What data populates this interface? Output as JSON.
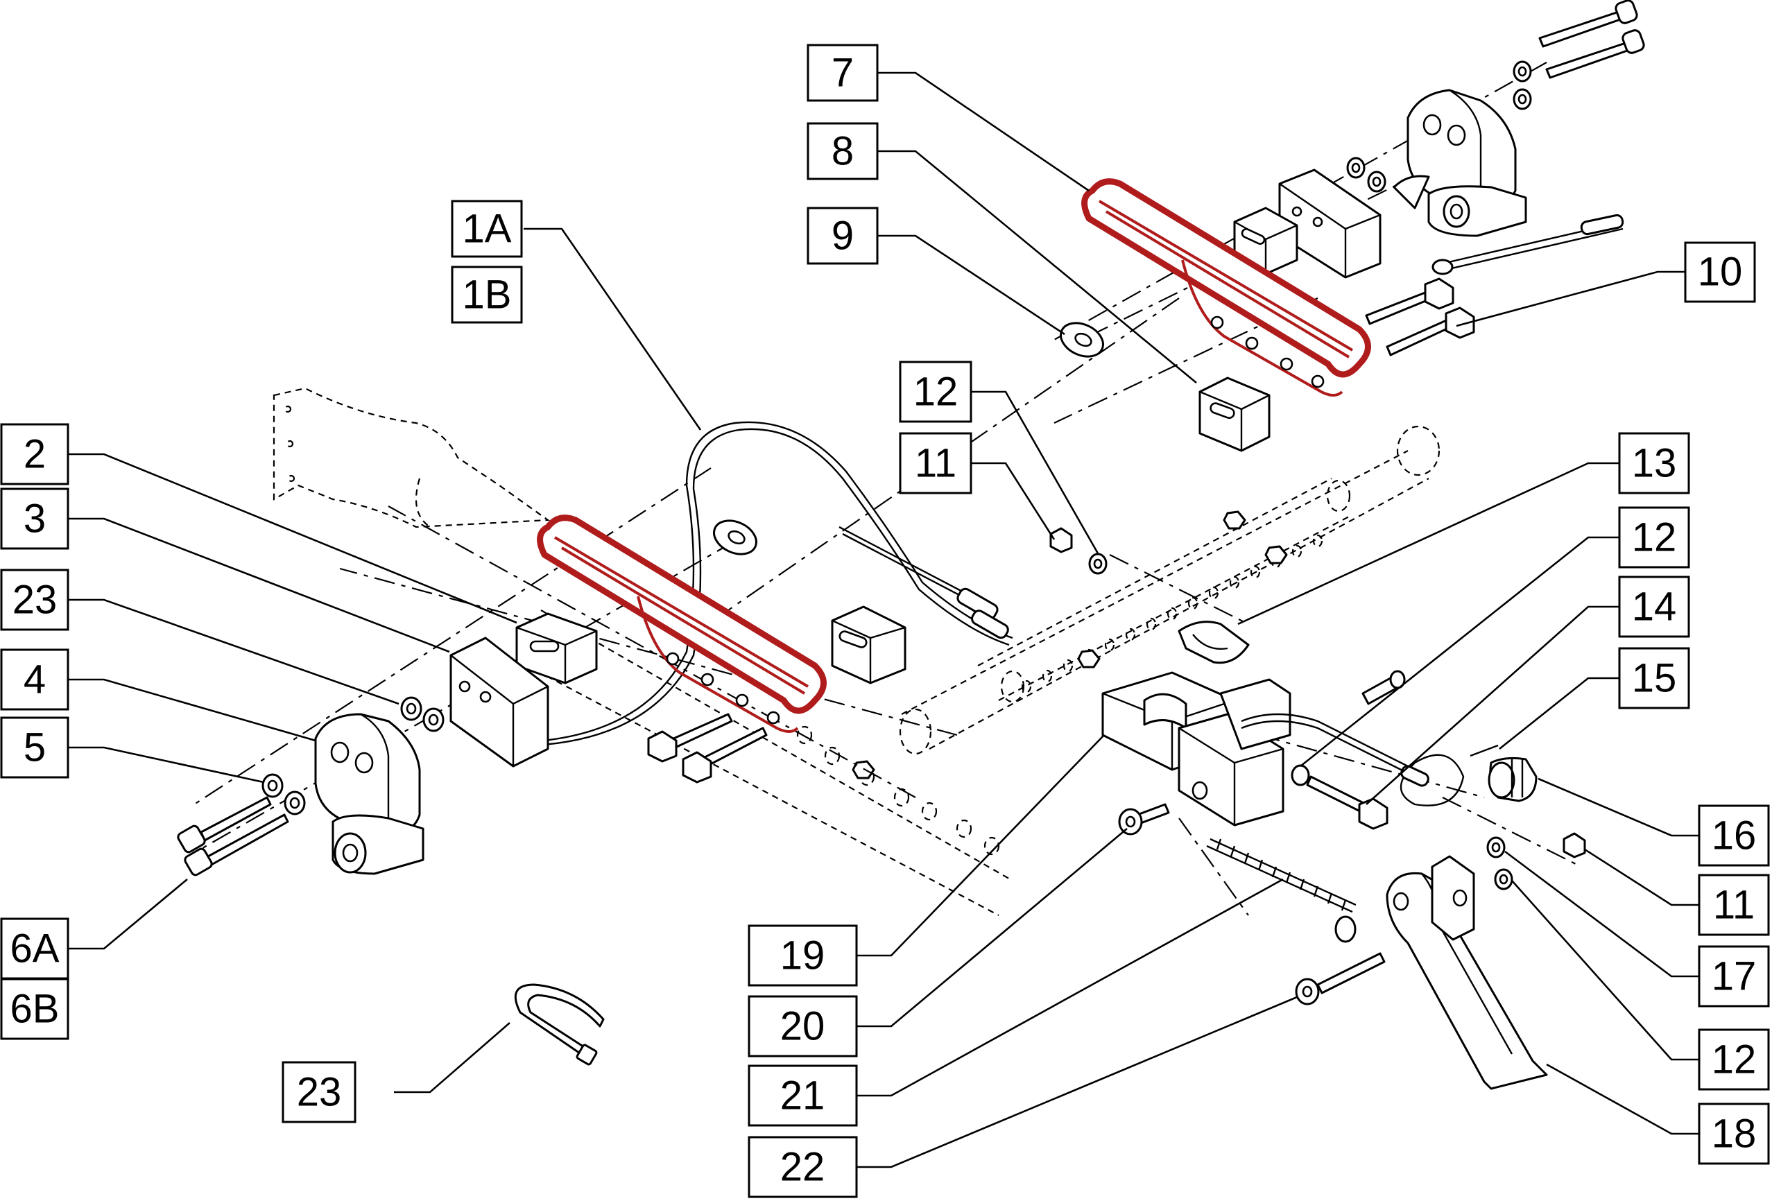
{
  "callouts": [
    {
      "id": "c-1a",
      "text": "1A"
    },
    {
      "id": "c-1b",
      "text": "1B"
    },
    {
      "id": "c-2",
      "text": "2"
    },
    {
      "id": "c-3",
      "text": "3"
    },
    {
      "id": "c-23a",
      "text": "23"
    },
    {
      "id": "c-4",
      "text": "4"
    },
    {
      "id": "c-5",
      "text": "5"
    },
    {
      "id": "c-6a",
      "text": "6A"
    },
    {
      "id": "c-6b",
      "text": "6B"
    },
    {
      "id": "c-23b",
      "text": "23"
    },
    {
      "id": "c-7",
      "text": "7"
    },
    {
      "id": "c-8",
      "text": "8"
    },
    {
      "id": "c-9",
      "text": "9"
    },
    {
      "id": "c-10",
      "text": "10"
    },
    {
      "id": "c-12a",
      "text": "12"
    },
    {
      "id": "c-11a",
      "text": "11"
    },
    {
      "id": "c-13",
      "text": "13"
    },
    {
      "id": "c-12b",
      "text": "12"
    },
    {
      "id": "c-14",
      "text": "14"
    },
    {
      "id": "c-15",
      "text": "15"
    },
    {
      "id": "c-16",
      "text": "16"
    },
    {
      "id": "c-11b",
      "text": "11"
    },
    {
      "id": "c-17",
      "text": "17"
    },
    {
      "id": "c-12c",
      "text": "12"
    },
    {
      "id": "c-18",
      "text": "18"
    },
    {
      "id": "c-19",
      "text": "19"
    },
    {
      "id": "c-20",
      "text": "20"
    },
    {
      "id": "c-21",
      "text": "21"
    },
    {
      "id": "c-22",
      "text": "22"
    }
  ],
  "colors": {
    "highlight": "#b01c1c",
    "line": "#000000",
    "background": "#ffffff"
  },
  "highlighted_parts": [
    "armrest-slide-bracket-left",
    "armrest-slide-bracket-right"
  ]
}
